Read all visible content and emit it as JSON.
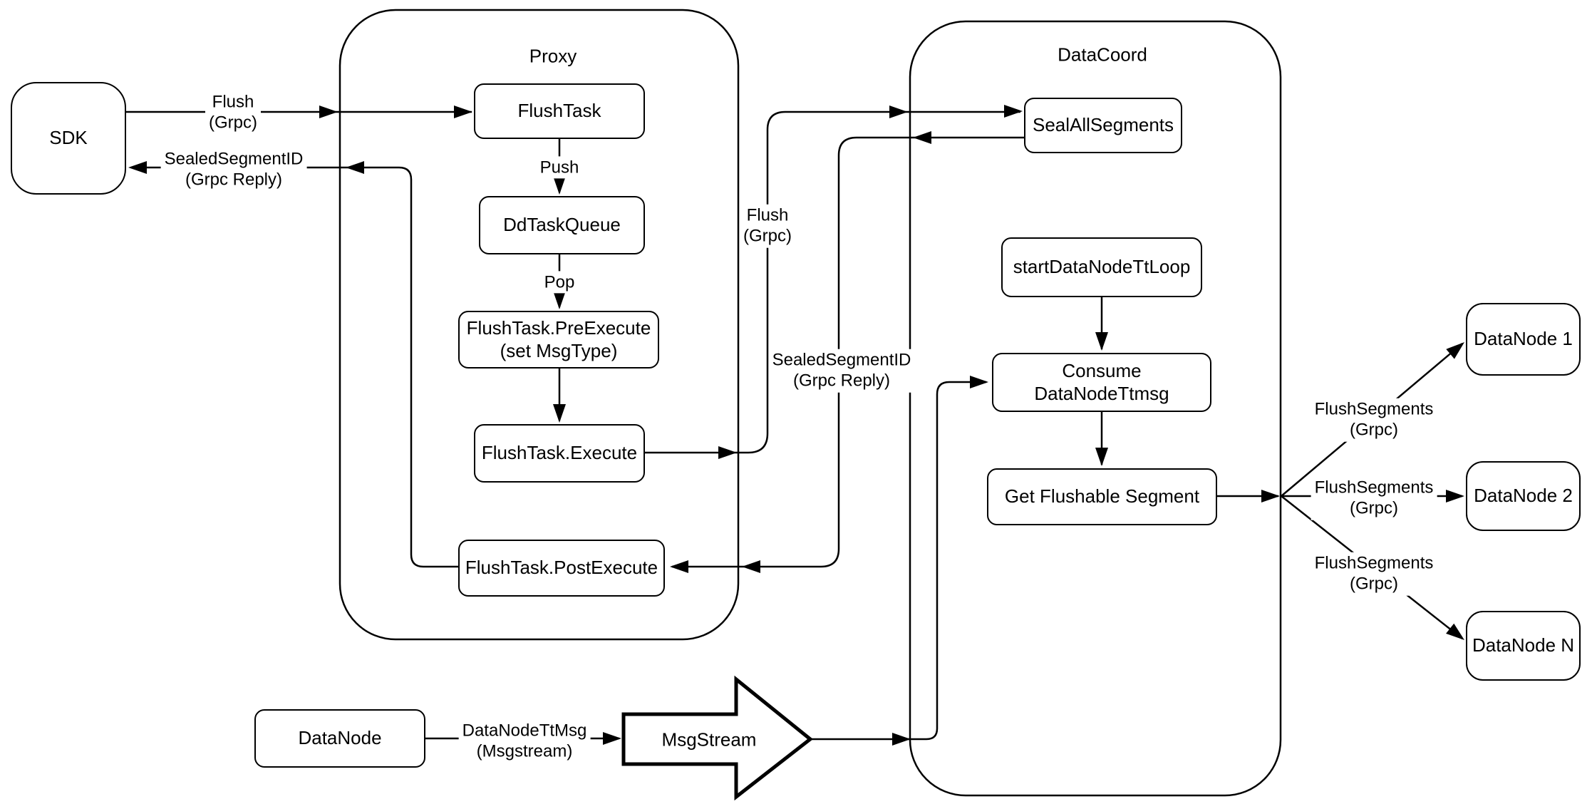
{
  "diagram": {
    "colors": {
      "stroke": "#000000",
      "background": "#ffffff"
    },
    "containers": {
      "proxy": {
        "title": "Proxy"
      },
      "datacoord": {
        "title": "DataCoord"
      }
    },
    "nodes": {
      "sdk": "SDK",
      "flush_task": "FlushTask",
      "dd_task_queue": "DdTaskQueue",
      "pre_execute": {
        "line1": "FlushTask.PreExecute",
        "line2": "(set MsgType)"
      },
      "execute": "FlushTask.Execute",
      "post_execute": "FlushTask.PostExecute",
      "seal_all_segments": "SealAllSegments",
      "start_datanode_tt_loop": "startDataNodeTtLoop",
      "consume_datanode_ttmsg": "Consume DataNodeTtmsg",
      "get_flushable_segment": "Get Flushable Segment",
      "datanode_1": "DataNode 1",
      "datanode_2": "DataNode 2",
      "datanode_n": "DataNode N",
      "datanode_bottom": "DataNode",
      "msgstream": "MsgStream"
    },
    "edge_labels": {
      "flush_grpc_top": {
        "line1": "Flush",
        "line2": "(Grpc)"
      },
      "sealed_segment_reply_left": {
        "line1": "SealedSegmentID",
        "line2": "(Grpc Reply)"
      },
      "push": "Push",
      "pop": "Pop",
      "flush_grpc_mid": {
        "line1": "Flush",
        "line2": "(Grpc)"
      },
      "sealed_segment_reply_mid": {
        "line1": "SealedSegmentID",
        "line2": "(Grpc Reply)"
      },
      "flush_segments_1": {
        "line1": "FlushSegments",
        "line2": "(Grpc)"
      },
      "flush_segments_2": {
        "line1": "FlushSegments",
        "line2": "(Grpc)"
      },
      "flush_segments_3": {
        "line1": "FlushSegments",
        "line2": "(Grpc)"
      },
      "datanode_ttmsg": {
        "line1": "DataNodeTtMsg",
        "line2": "(Msgstream)"
      }
    }
  }
}
